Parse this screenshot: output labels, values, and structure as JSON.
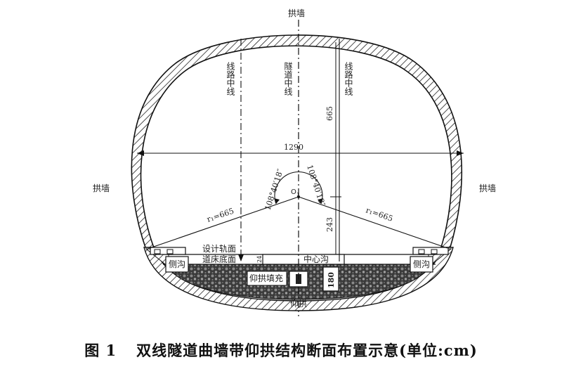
{
  "labels": {
    "arch_wall_top": "拱墙",
    "arch_wall_left": "拱墙",
    "arch_wall_right": "拱墙",
    "track_center_left": "线路中线",
    "tunnel_center": "隧道中线",
    "track_center_right": "线路中线",
    "design_rail_surface": "设计轨面",
    "track_bed_bottom": "道床底面",
    "center_ditch": "中心沟",
    "invert_fill": "仰拱填充",
    "invert": "仰拱",
    "side_ditch_left": "侧沟",
    "side_ditch_right": "侧沟",
    "center_point": "O",
    "center_point_sub": "1"
  },
  "dimensions": {
    "span_width": "1290",
    "crown_height": "665",
    "center_depth": "243",
    "angle_left": "108°40′18″",
    "angle_right": "108°40′18″",
    "radius_left": "r₁=665",
    "radius_right": "r₁=665",
    "ditch_depth": "180",
    "small_dim": "24"
  },
  "caption": {
    "number": "图 1",
    "title": "双线隧道曲墙带仰拱结构断面布置示意(单位:cm)"
  }
}
